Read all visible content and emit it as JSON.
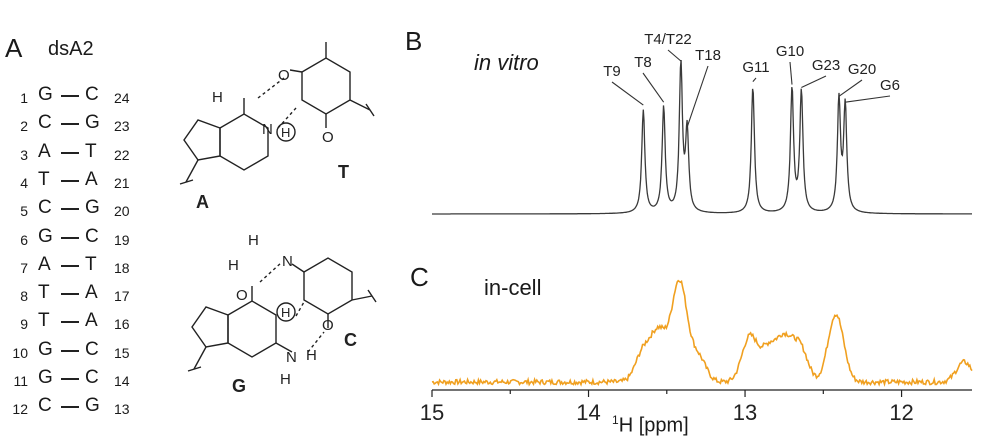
{
  "panels": {
    "a": "A",
    "b": "B",
    "c": "C"
  },
  "sequence": {
    "title": "dsA2",
    "rows": [
      {
        "n1": "1",
        "b1": "G",
        "b2": "C",
        "n2": "24"
      },
      {
        "n1": "2",
        "b1": "C",
        "b2": "G",
        "n2": "23"
      },
      {
        "n1": "3",
        "b1": "A",
        "b2": "T",
        "n2": "22"
      },
      {
        "n1": "4",
        "b1": "T",
        "b2": "A",
        "n2": "21"
      },
      {
        "n1": "5",
        "b1": "C",
        "b2": "G",
        "n2": "20"
      },
      {
        "n1": "6",
        "b1": "G",
        "b2": "C",
        "n2": "19"
      },
      {
        "n1": "7",
        "b1": "A",
        "b2": "T",
        "n2": "18"
      },
      {
        "n1": "8",
        "b1": "T",
        "b2": "A",
        "n2": "17"
      },
      {
        "n1": "9",
        "b1": "T",
        "b2": "A",
        "n2": "16"
      },
      {
        "n1": "10",
        "b1": "G",
        "b2": "C",
        "n2": "15"
      },
      {
        "n1": "11",
        "b1": "G",
        "b2": "C",
        "n2": "14"
      },
      {
        "n1": "12",
        "b1": "C",
        "b2": "G",
        "n2": "13"
      }
    ]
  },
  "base_pairs": {
    "at": {
      "h_top": "H",
      "n_label": "N",
      "o_top": "O",
      "h_circle": "H",
      "o_bottom": "O",
      "left_base": "A",
      "right_base": "T"
    },
    "gc": {
      "h_top": "H",
      "h_top2": "H",
      "n_mid": "N",
      "o_left": "O",
      "h_circle": "H",
      "o_right": "O",
      "n_bottom": "N",
      "h_bottom": "H",
      "h_bottom2": "H",
      "left_base": "G",
      "right_base": "C"
    }
  },
  "conditions": {
    "in_vitro": "in vitro",
    "in_cell": "in-cell"
  },
  "colors": {
    "in_vitro": "#3a3a3a",
    "in_cell": "#f0a020"
  },
  "chart_data": {
    "type": "line",
    "xlabel_prefix": "1",
    "xlabel": "H [ppm]",
    "xlim": [
      15.0,
      11.55
    ],
    "x_reversed": true,
    "x_ticks": [
      15,
      14,
      13,
      12
    ],
    "series": [
      {
        "name": "in vitro",
        "peaks": [
          {
            "label": "T9",
            "x": 13.65,
            "h": 0.7
          },
          {
            "label": "T8",
            "x": 13.52,
            "h": 0.72
          },
          {
            "label": "T4/T22",
            "x": 13.41,
            "h": 1.0
          },
          {
            "label": "T18",
            "x": 13.37,
            "h": 0.55
          },
          {
            "label": "G11",
            "x": 12.95,
            "h": 0.86
          },
          {
            "label": "G10",
            "x": 12.7,
            "h": 0.84
          },
          {
            "label": "G23",
            "x": 12.64,
            "h": 0.82
          },
          {
            "label": "G20",
            "x": 12.4,
            "h": 0.76
          },
          {
            "label": "G6",
            "x": 12.36,
            "h": 0.72
          }
        ]
      },
      {
        "name": "in-cell",
        "peaks": [
          {
            "x": 13.65,
            "h": 0.3
          },
          {
            "x": 13.55,
            "h": 0.48
          },
          {
            "x": 13.42,
            "h": 1.0
          },
          {
            "x": 13.3,
            "h": 0.25
          },
          {
            "x": 12.97,
            "h": 0.45
          },
          {
            "x": 12.85,
            "h": 0.32
          },
          {
            "x": 12.75,
            "h": 0.4
          },
          {
            "x": 12.65,
            "h": 0.35
          },
          {
            "x": 12.42,
            "h": 0.68
          },
          {
            "x": 11.6,
            "h": 0.2
          }
        ]
      }
    ]
  }
}
